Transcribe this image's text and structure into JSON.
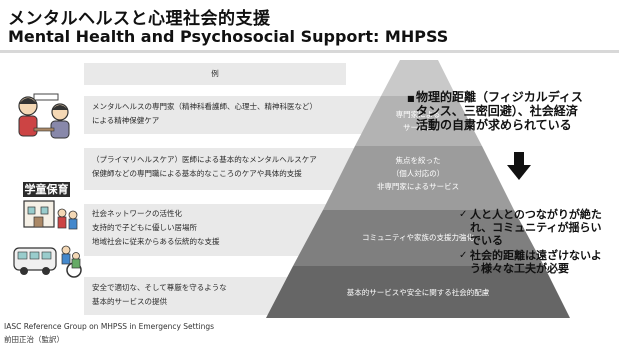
{
  "title": {
    "ja": "メンタルヘルスと心理社会的支援",
    "en": "Mental Health and Psychosocial Support: MHPSS"
  },
  "examples": {
    "header": "例",
    "rows": [
      {
        "lines": [
          "メンタルヘルスの専門家（精神科看護師、心理士、精神科医など）",
          "による精神保健ケア"
        ]
      },
      {
        "lines": [
          "（プライマリヘルスケア）医師による基本的なメンタルヘルスケア",
          "保健師などの専門職による基本的なこころのケアや具体的支援"
        ]
      },
      {
        "lines": [
          "社会ネットワークの活性化",
          "支持的で子どもに優しい居場所",
          "地域社会に従来からある伝統的な支援"
        ]
      },
      {
        "lines": [
          "安全で適切な、そして尊厳を守るような",
          "基本的サービスの提供"
        ]
      }
    ]
  },
  "pyramid": {
    "levels": [
      {
        "lines": [
          "専門家による",
          "サービス"
        ]
      },
      {
        "lines": [
          "焦点を絞った",
          "（個人対応の）",
          "非専門家によるサービス"
        ]
      },
      {
        "lines": [
          "コミュニティや家族の支援力強化"
        ]
      },
      {
        "lines": [
          "基本的サービスや安全に関する社会的配慮"
        ]
      }
    ],
    "colors": [
      "#c9c9c9",
      "#b3b3b3",
      "#9c9c9c",
      "#7f7f7f",
      "#666666"
    ]
  },
  "bullet": {
    "marker": "■",
    "lines": [
      "物理的距離（フィジカルディス",
      "タンス、三密回避）、社会経済",
      "活動の自粛が求められている"
    ]
  },
  "arrow": {
    "icon": "down-arrow-icon"
  },
  "checks": [
    {
      "mark": "✓",
      "lines": [
        "人と人とのつながりが絶た",
        "れ、コミュニティが揺らい",
        "でいる"
      ]
    },
    {
      "mark": "✓",
      "lines": [
        "社会的距離は遠ざけないよ",
        "う様々な工夫が必要"
      ]
    }
  ],
  "school_sign": "学童保育",
  "footer": {
    "source": "IASC Reference Group on MHPSS in Emergency Settings",
    "translator": "前田正治（監訳）"
  }
}
